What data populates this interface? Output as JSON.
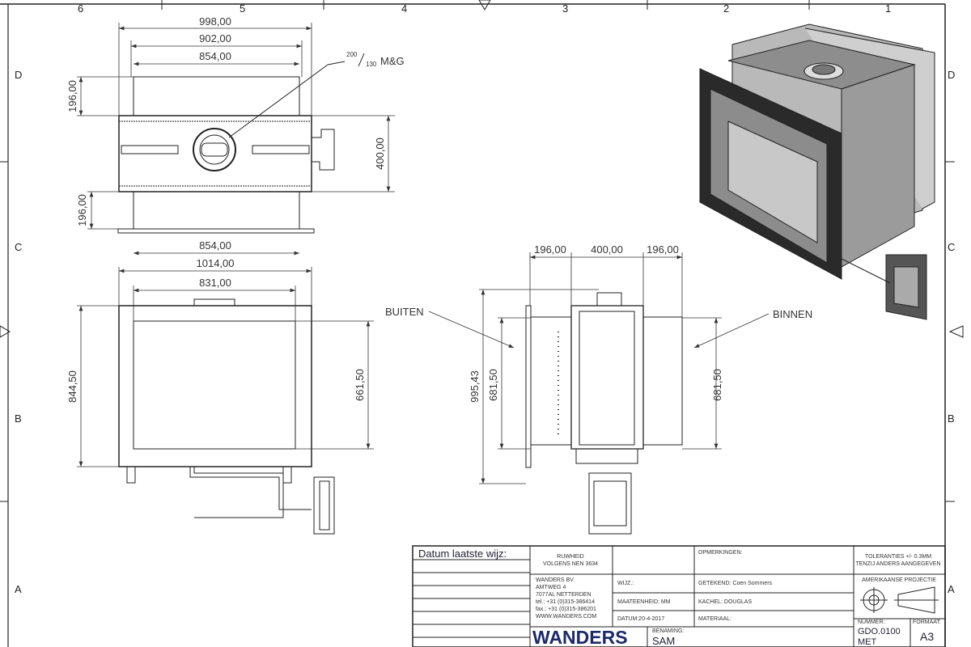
{
  "frame": {
    "columns": [
      "6",
      "5",
      "4",
      "3",
      "2",
      "1"
    ],
    "rows": [
      "D",
      "C",
      "B",
      "A"
    ]
  },
  "top_view": {
    "dims": {
      "overall": "998,00",
      "mid": "902,00",
      "inner": "854,00",
      "depth": "400,00",
      "duct_top": "196,00",
      "duct_bottom": "196,00"
    },
    "flue_label": {
      "sup": "200",
      "sub": "130",
      "text": "M&G"
    }
  },
  "front_view": {
    "dims": {
      "duct": "854,00",
      "overall": "1014,00",
      "glass": "831,00",
      "height": "844,50",
      "glass_height": "661,50"
    }
  },
  "side_view": {
    "dims": {
      "left": "196,00",
      "center": "400,00",
      "right": "196,00",
      "overall_height": "995,43",
      "left_height": "681,50",
      "right_height": "681,50"
    },
    "labels": {
      "outside": "BUITEN",
      "inside": "BINNEN"
    }
  },
  "title_block": {
    "revision_header": "Datum laatste wijz:",
    "roughness": [
      "RUWHEID",
      "VOLGENS NEN 3634"
    ],
    "remarks": "OPMERKINGEN:",
    "tolerances": [
      "TOLERANTIES +/- 0.3MM",
      "TENZIJ ANDERS AANGEGEVEN"
    ],
    "company": [
      "WANDERS BV.",
      "AMTWEG 4",
      "7077AL NETTERDEN",
      "tel.: +31 (0)315-386414",
      "fax.: +31 (0)315-386201",
      "WWW.WANDERS.COM"
    ],
    "wijz": "WIJZ.:",
    "drawn_by": "GETEKEND: Coen Sommers",
    "projection": "AMERIKAANSE PROJECTIE",
    "unit": "MAATEENHEID: MM",
    "stove": "KACHEL:  DOUGLAS",
    "date": "DATUM:20-4-2017",
    "material": "MATERIAAL:",
    "logo": "WANDERS",
    "name_label": "BENAMING:",
    "name": "SAM",
    "number_label": "NUMMER:",
    "number": "GDO.0100",
    "number_suffix": "MET",
    "format_label": "FORMAAT:",
    "format": "A3"
  }
}
